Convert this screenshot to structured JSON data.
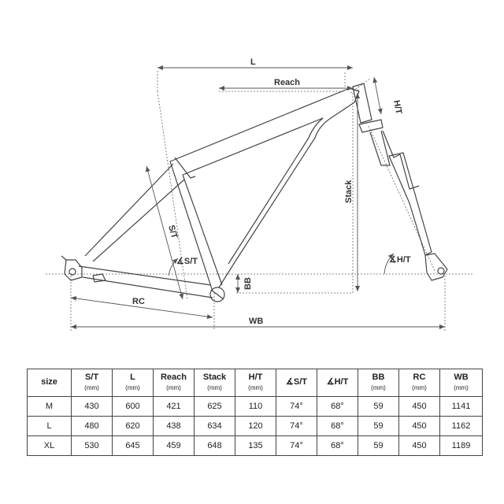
{
  "diagram": {
    "labels": {
      "l": "L",
      "reach": "Reach",
      "ht": "H/T",
      "stack": "Stack",
      "st": "S/T",
      "st_angle": "∡S/T",
      "ht_angle": "∡H/T",
      "bb": "BB",
      "rc": "RC",
      "wb": "WB"
    }
  },
  "table": {
    "headers": [
      {
        "label": "size",
        "unit": ""
      },
      {
        "label": "S/T",
        "unit": "(mm)"
      },
      {
        "label": "L",
        "unit": "(mm)"
      },
      {
        "label": "Reach",
        "unit": "(mm)"
      },
      {
        "label": "Stack",
        "unit": "(mm)"
      },
      {
        "label": "H/T",
        "unit": "(mm)"
      },
      {
        "label": "∡S/T",
        "unit": ""
      },
      {
        "label": "∡H/T",
        "unit": ""
      },
      {
        "label": "BB",
        "unit": "(mm)"
      },
      {
        "label": "RC",
        "unit": "(mm)"
      },
      {
        "label": "WB",
        "unit": "(mm)"
      }
    ],
    "rows": [
      [
        "M",
        "430",
        "600",
        "421",
        "625",
        "110",
        "74°",
        "68°",
        "59",
        "450",
        "1141"
      ],
      [
        "L",
        "480",
        "620",
        "438",
        "634",
        "120",
        "74°",
        "68°",
        "59",
        "450",
        "1162"
      ],
      [
        "XL",
        "530",
        "645",
        "459",
        "648",
        "135",
        "74°",
        "68°",
        "59",
        "450",
        "1189"
      ]
    ]
  },
  "colors": {
    "line": "#444444",
    "dim": "#555555",
    "text": "#333333"
  }
}
